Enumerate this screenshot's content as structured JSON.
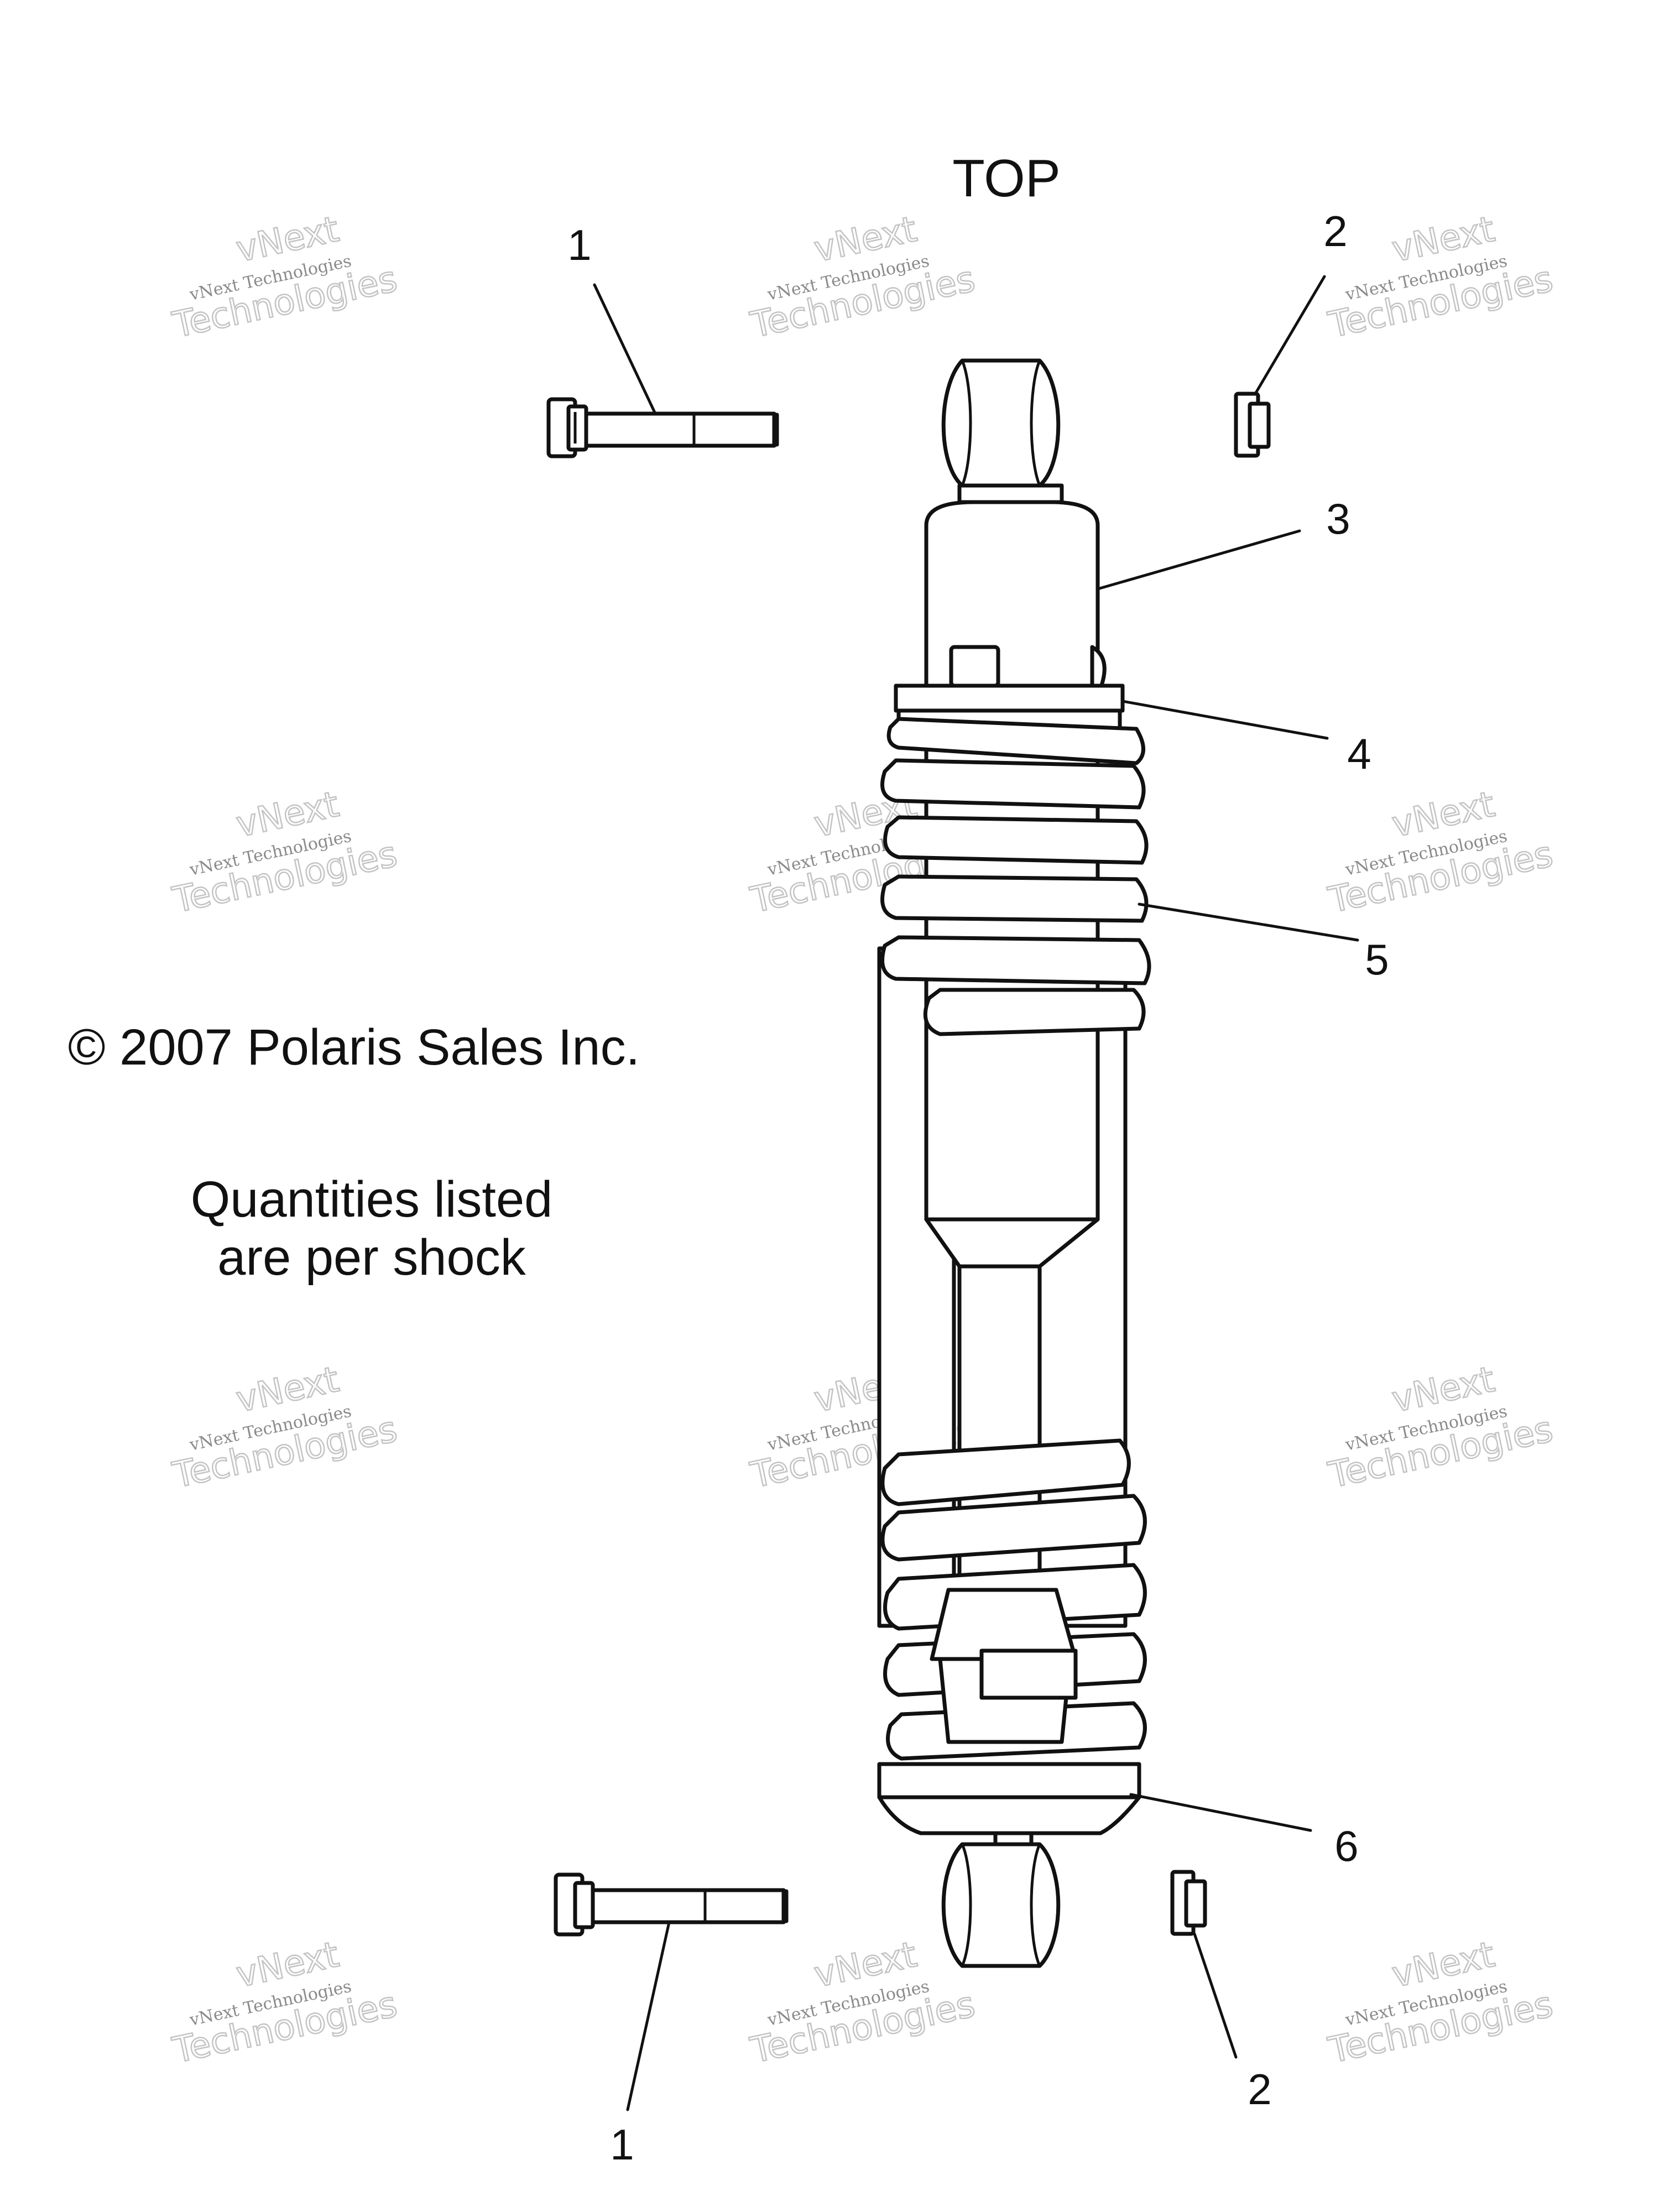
{
  "diagram": {
    "top_label": "TOP",
    "copyright": "© 2007 Polaris Sales Inc.",
    "note_line1": "Quantities listed",
    "note_line2": "are per shock",
    "callouts": {
      "c1_top": "1",
      "c2_top": "2",
      "c3": "3",
      "c4": "4",
      "c5": "5",
      "c6": "6",
      "c1_bottom": "1",
      "c2_bottom": "2"
    },
    "watermark": {
      "line1": "vNext",
      "line2": "vNext Technologies",
      "line3": "Technologies"
    }
  }
}
